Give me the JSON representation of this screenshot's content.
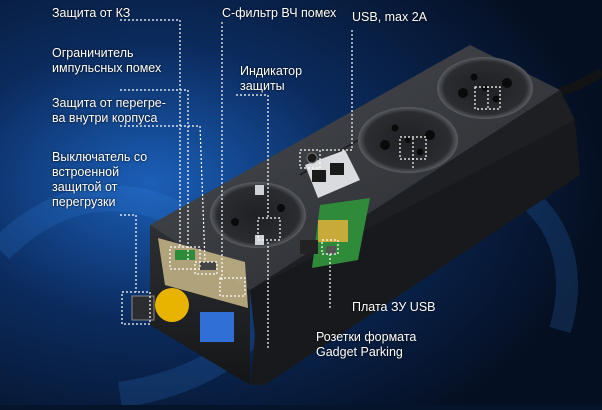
{
  "labels": {
    "short_circuit": "Защита от КЗ",
    "surge_limiter": [
      "Ограничитель",
      "импульсных помех"
    ],
    "overheat": [
      "Защита от перегре-",
      "ва внутри корпуса"
    ],
    "switch": [
      "Выключатель со",
      "встроенной",
      "защитой от",
      "перегрузки"
    ],
    "rf_filter": "С-фильтр ВЧ помех",
    "usb": "USB, max 2A",
    "indicator": [
      "Индикатор",
      "защиты"
    ],
    "usb_board": "Плата ЗУ USB",
    "sockets": [
      "Розетки формата",
      "Gadget Parking"
    ]
  },
  "colors": {
    "background": "#06142b",
    "accent_glow": "#1b5fb8",
    "callout_line": "#ffffff",
    "pcb_green": "#2f8a3a",
    "capacitor_blue": "#2f6fd6",
    "fuse_yellow": "#e8b400"
  }
}
